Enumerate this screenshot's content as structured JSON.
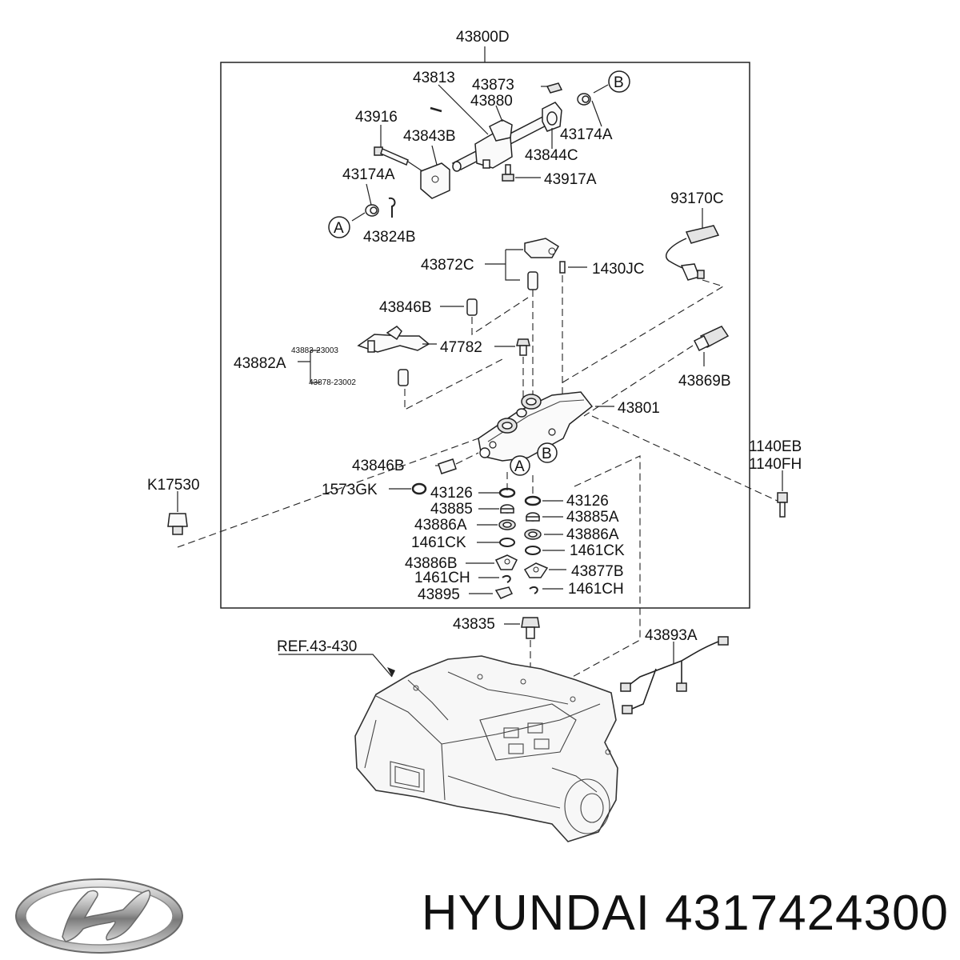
{
  "diagram": {
    "assembly_label": "43800D",
    "parts": {
      "p43813": "43813",
      "p43873": "43873",
      "p43880": "43880",
      "p43916": "43916",
      "p43843B": "43843B",
      "p43174A_top": "43174A",
      "p43844C": "43844C",
      "p43917A": "43917A",
      "p43174A_left": "43174A",
      "p43824B": "43824B",
      "p93170C": "93170C",
      "p43872C": "43872C",
      "p1430JC": "1430JC",
      "p43846B_top": "43846B",
      "p47782": "47782",
      "p43882A": "43882A",
      "p43883_23003": "43883-23003",
      "p43878_23002": "43878-23002",
      "p43869B": "43869B",
      "p43801": "43801",
      "p1140EB": "1140EB",
      "p1140FH": "1140FH",
      "pK17530": "K17530",
      "p43846B_low": "43846B",
      "p1573GK": "1573GK",
      "p43126_l": "43126",
      "p43126_r": "43126",
      "p43885": "43885",
      "p43885A": "43885A",
      "p43886A_l": "43886A",
      "p43886A_r": "43886A",
      "p1461CK_l": "1461CK",
      "p1461CK_r": "1461CK",
      "p43886B": "43886B",
      "p43877B": "43877B",
      "p1461CH_l": "1461CH",
      "p1461CH_r": "1461CH",
      "p43895": "43895",
      "p43835": "43835",
      "p43893A": "43893A",
      "ref": "REF.43-430"
    },
    "callouts": {
      "a_top": "A",
      "b_top": "B",
      "a_body": "A",
      "b_body": "B"
    }
  },
  "footer": {
    "brand": "HYUNDAI",
    "part_number": "4317424300",
    "logo_icon": "hyundai-logo-icon"
  }
}
